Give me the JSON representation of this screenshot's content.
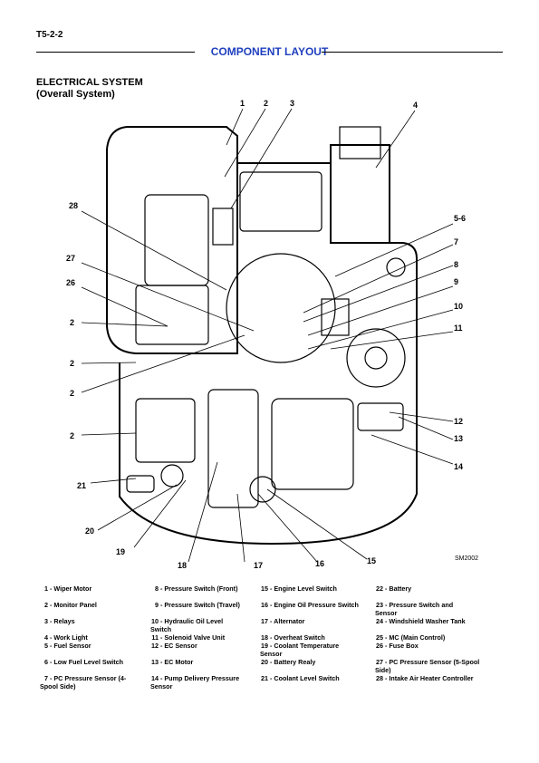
{
  "header": {
    "page_id": "T5-2-2",
    "section_title": "COMPONENT LAYOUT",
    "rule_color": "#000000",
    "title_color": "#1f3fbf"
  },
  "figure": {
    "title": "ELECTRICAL SYSTEM",
    "subtitle": "(Overall System)",
    "code": "SM2002",
    "callouts": [
      "1",
      "2",
      "3",
      "4",
      "28",
      "5-6",
      "7",
      "8",
      "27",
      "9",
      "26",
      "10",
      "2",
      "11",
      "2",
      "2",
      "12",
      "2",
      "13",
      "14",
      "21",
      "20",
      "19",
      "15",
      "18",
      "17",
      "16"
    ]
  },
  "legend": [
    {
      "num": "1",
      "label": "Wiper Motor"
    },
    {
      "num": "2",
      "label": "Monitor Panel"
    },
    {
      "num": "3",
      "label": "Relays"
    },
    {
      "num": "4",
      "label": "Work Light"
    },
    {
      "num": "5",
      "label": "Fuel Sensor"
    },
    {
      "num": "6",
      "label": "Low Fuel Level Switch"
    },
    {
      "num": "7",
      "label": "PC Pressure Sensor (4-Spool Side)"
    },
    {
      "num": "8",
      "label": "Pressure Switch (Front)"
    },
    {
      "num": "9",
      "label": "Pressure Switch (Travel)"
    },
    {
      "num": "10",
      "label": "Hydraulic Oil Level Switch"
    },
    {
      "num": "11",
      "label": "Solenoid Valve Unit"
    },
    {
      "num": "12",
      "label": "EC Sensor"
    },
    {
      "num": "13",
      "label": "EC Motor"
    },
    {
      "num": "14",
      "label": "Pump Delivery Pressure Sensor"
    },
    {
      "num": "15",
      "label": "Engine Level Switch"
    },
    {
      "num": "16",
      "label": "Engine Oil Pressure Switch"
    },
    {
      "num": "17",
      "label": "Alternator"
    },
    {
      "num": "18",
      "label": "Overheat Switch"
    },
    {
      "num": "19",
      "label": "Coolant Temperature Sensor"
    },
    {
      "num": "20",
      "label": "Battery Realy"
    },
    {
      "num": "21",
      "label": "Coolant Level Switch"
    },
    {
      "num": "22",
      "label": "Battery"
    },
    {
      "num": "23",
      "label": "Pressure Switch and Sensor"
    },
    {
      "num": "24",
      "label": "Windshield Washer Tank"
    },
    {
      "num": "25",
      "label": "MC (Main Control)"
    },
    {
      "num": "26",
      "label": "Fuse Box"
    },
    {
      "num": "27",
      "label": "PC Pressure Sensor (5-Spool Side)"
    },
    {
      "num": "28",
      "label": "Intake Air Heater Controller"
    }
  ]
}
